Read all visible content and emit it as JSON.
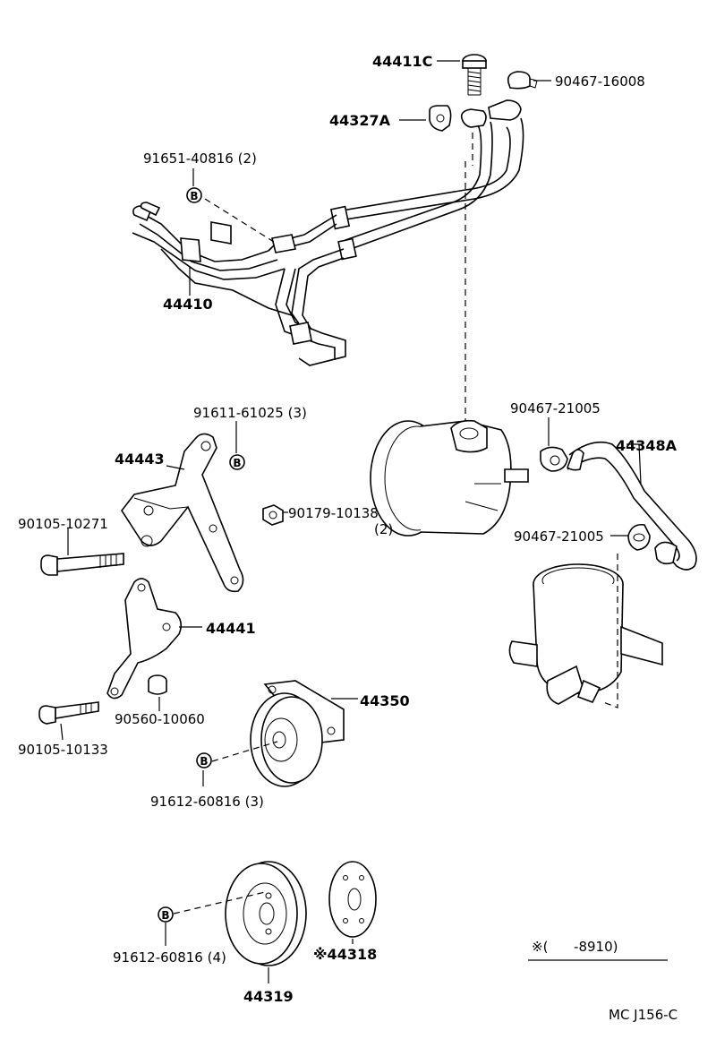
{
  "diagram": {
    "code": "MC J156-C",
    "applicability_note": "※(      -8910)",
    "callouts": [
      {
        "id": "c1",
        "text": "44411C"
      },
      {
        "id": "c2",
        "text": "90467-16008"
      },
      {
        "id": "c3",
        "text": "44327A"
      },
      {
        "id": "c4",
        "text": "91651-40816 (2)"
      },
      {
        "id": "c5",
        "text": "44410"
      },
      {
        "id": "c6",
        "text": "91611-61025 (3)"
      },
      {
        "id": "c7",
        "text": "90467-21005"
      },
      {
        "id": "c8",
        "text": "44443"
      },
      {
        "id": "c9",
        "text": "44348A"
      },
      {
        "id": "c10",
        "text": "90105-10271"
      },
      {
        "id": "c11",
        "text": "90179-10138"
      },
      {
        "id": "c12",
        "text": "(2)"
      },
      {
        "id": "c13",
        "text": "90467-21005"
      },
      {
        "id": "c14",
        "text": "44441"
      },
      {
        "id": "c15",
        "text": "44350"
      },
      {
        "id": "c16",
        "text": "90560-10060"
      },
      {
        "id": "c17",
        "text": "90105-10133"
      },
      {
        "id": "c18",
        "text": "91612-60816 (3)"
      },
      {
        "id": "c19",
        "text": "91612-60816 (4)"
      },
      {
        "id": "c20",
        "text": "※44318"
      },
      {
        "id": "c21",
        "text": "44319"
      }
    ],
    "markers": [
      {
        "id": "m1",
        "text": "B"
      },
      {
        "id": "m2",
        "text": "B"
      },
      {
        "id": "m3",
        "text": "B"
      },
      {
        "id": "m4",
        "text": "B"
      }
    ]
  }
}
